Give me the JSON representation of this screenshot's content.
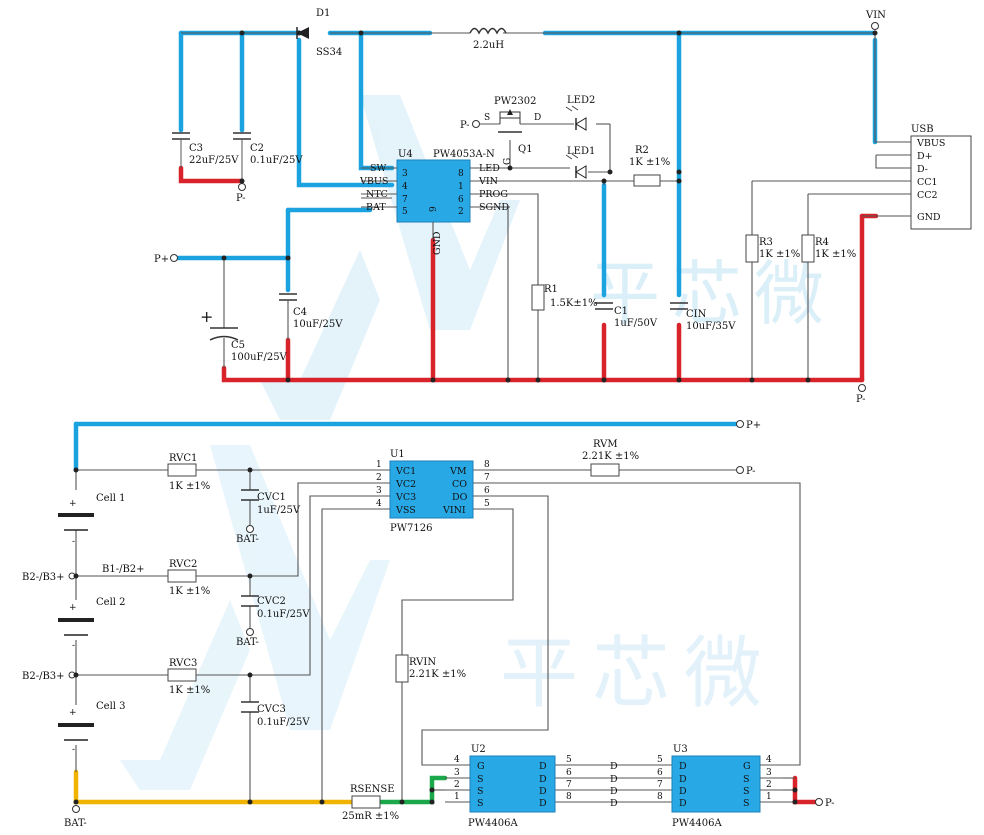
{
  "watermark": {
    "text": "平芯微",
    "color": "#bfe3f5"
  },
  "colors": {
    "blue": "#1ba3e0",
    "red": "#d8232a",
    "yellow": "#f0b400",
    "green": "#1aa84a",
    "chip": "#29a8e6"
  },
  "top": {
    "d1": {
      "name": "D1",
      "part": "SS34"
    },
    "l1": {
      "value": "2.2uH"
    },
    "vin": "VIN",
    "q1": {
      "part": "PW2302",
      "name": "Q1",
      "s": "S",
      "d": "D",
      "g": "G"
    },
    "p_minus": "P-",
    "p_plus": "P+",
    "led2": "LED2",
    "led1": "LED1",
    "r2": {
      "name": "R2",
      "value": "1K ±1%"
    },
    "c3": {
      "name": "C3",
      "value": "22uF/25V"
    },
    "c2": {
      "name": "C2",
      "value": "0.1uF/25V"
    },
    "u4": {
      "name": "U4",
      "part": "PW4053A-N",
      "left_pins": [
        {
          "label": "SW",
          "num": "3"
        },
        {
          "label": "VBUS",
          "num": "4"
        },
        {
          "label": "NTC",
          "num": "7"
        },
        {
          "label": "BAT",
          "num": "5"
        }
      ],
      "right_pins": [
        {
          "label": "LED",
          "num": "8"
        },
        {
          "label": "VIN",
          "num": "1"
        },
        {
          "label": "PROG",
          "num": "6"
        },
        {
          "label": "SGND",
          "num": "2"
        }
      ],
      "bottom_pin": {
        "label": "GND",
        "num": "9"
      }
    },
    "r1": {
      "name": "R1",
      "value": "1.5K±1%"
    },
    "c1": {
      "name": "C1",
      "value": "1uF/50V"
    },
    "cin": {
      "name": "CIN",
      "value": "10uF/35V"
    },
    "c4": {
      "name": "C4",
      "value": "10uF/25V"
    },
    "c5": {
      "name": "C5",
      "value": "100uF/25V",
      "plus": "+"
    },
    "usb": {
      "title": "USB",
      "pins": [
        "VBUS",
        "D+",
        "D-",
        "CC1",
        "CC2",
        "GND"
      ]
    },
    "r3": {
      "name": "R3",
      "value": "1K ±1%"
    },
    "r4": {
      "name": "R4",
      "value": "1K ±1%"
    }
  },
  "bottom": {
    "p_plus": "P+",
    "p_minus_vm": "P-",
    "p_minus_out": "P-",
    "rvm": {
      "name": "RVM",
      "value": "2.21K ±1%"
    },
    "rvc1": {
      "name": "RVC1",
      "value": "1K ±1%"
    },
    "rvc2": {
      "name": "RVC2",
      "value": "1K ±1%"
    },
    "rvc3": {
      "name": "RVC3",
      "value": "1K ±1%"
    },
    "cvc1": {
      "name": "CVC1",
      "value": "1uF/25V"
    },
    "cvc2": {
      "name": "CVC2",
      "value": "0.1uF/25V"
    },
    "cvc3": {
      "name": "CVC3",
      "value": "0.1uF/25V"
    },
    "bat_minus": "BAT-",
    "cell1": "Cell 1",
    "cell2": "Cell 2",
    "cell3": "Cell 3",
    "node_b2b3": "B2-/B3+",
    "node_b1b2": "B1-/B2+",
    "plus_sign": "+",
    "minus_sign": "-",
    "u1": {
      "name": "U1",
      "part": "PW7126",
      "left_pins": [
        {
          "label": "VC1",
          "num": "1"
        },
        {
          "label": "VC2",
          "num": "2"
        },
        {
          "label": "VC3",
          "num": "3"
        },
        {
          "label": "VSS",
          "num": "4"
        }
      ],
      "right_pins": [
        {
          "label": "VM",
          "num": "8"
        },
        {
          "label": "CO",
          "num": "7"
        },
        {
          "label": "DO",
          "num": "6"
        },
        {
          "label": "VINI",
          "num": "5"
        }
      ]
    },
    "rvin": {
      "name": "RVIN",
      "value": "2.21K ±1%"
    },
    "rsense": {
      "name": "RSENSE",
      "value": "25mR ±1%"
    },
    "u2": {
      "name": "U2",
      "part": "PW4406A",
      "left_pins": [
        {
          "label": "G",
          "num": "4"
        },
        {
          "label": "S",
          "num": "3"
        },
        {
          "label": "S",
          "num": "2"
        },
        {
          "label": "S",
          "num": "1"
        }
      ],
      "right_pins": [
        {
          "label": "D",
          "num": "5"
        },
        {
          "label": "D",
          "num": "6"
        },
        {
          "label": "D",
          "num": "7"
        },
        {
          "label": "D",
          "num": "8"
        }
      ]
    },
    "u3": {
      "name": "U3",
      "part": "PW4406A",
      "left_pins": [
        {
          "label": "D",
          "num": "5"
        },
        {
          "label": "D",
          "num": "6"
        },
        {
          "label": "D",
          "num": "7"
        },
        {
          "label": "D",
          "num": "8"
        }
      ],
      "right_pins": [
        {
          "label": "G",
          "num": "4"
        },
        {
          "label": "S",
          "num": "3"
        },
        {
          "label": "S",
          "num": "2"
        },
        {
          "label": "S",
          "num": "1"
        }
      ]
    },
    "mid_d": [
      "D",
      "D",
      "D",
      "D"
    ]
  }
}
